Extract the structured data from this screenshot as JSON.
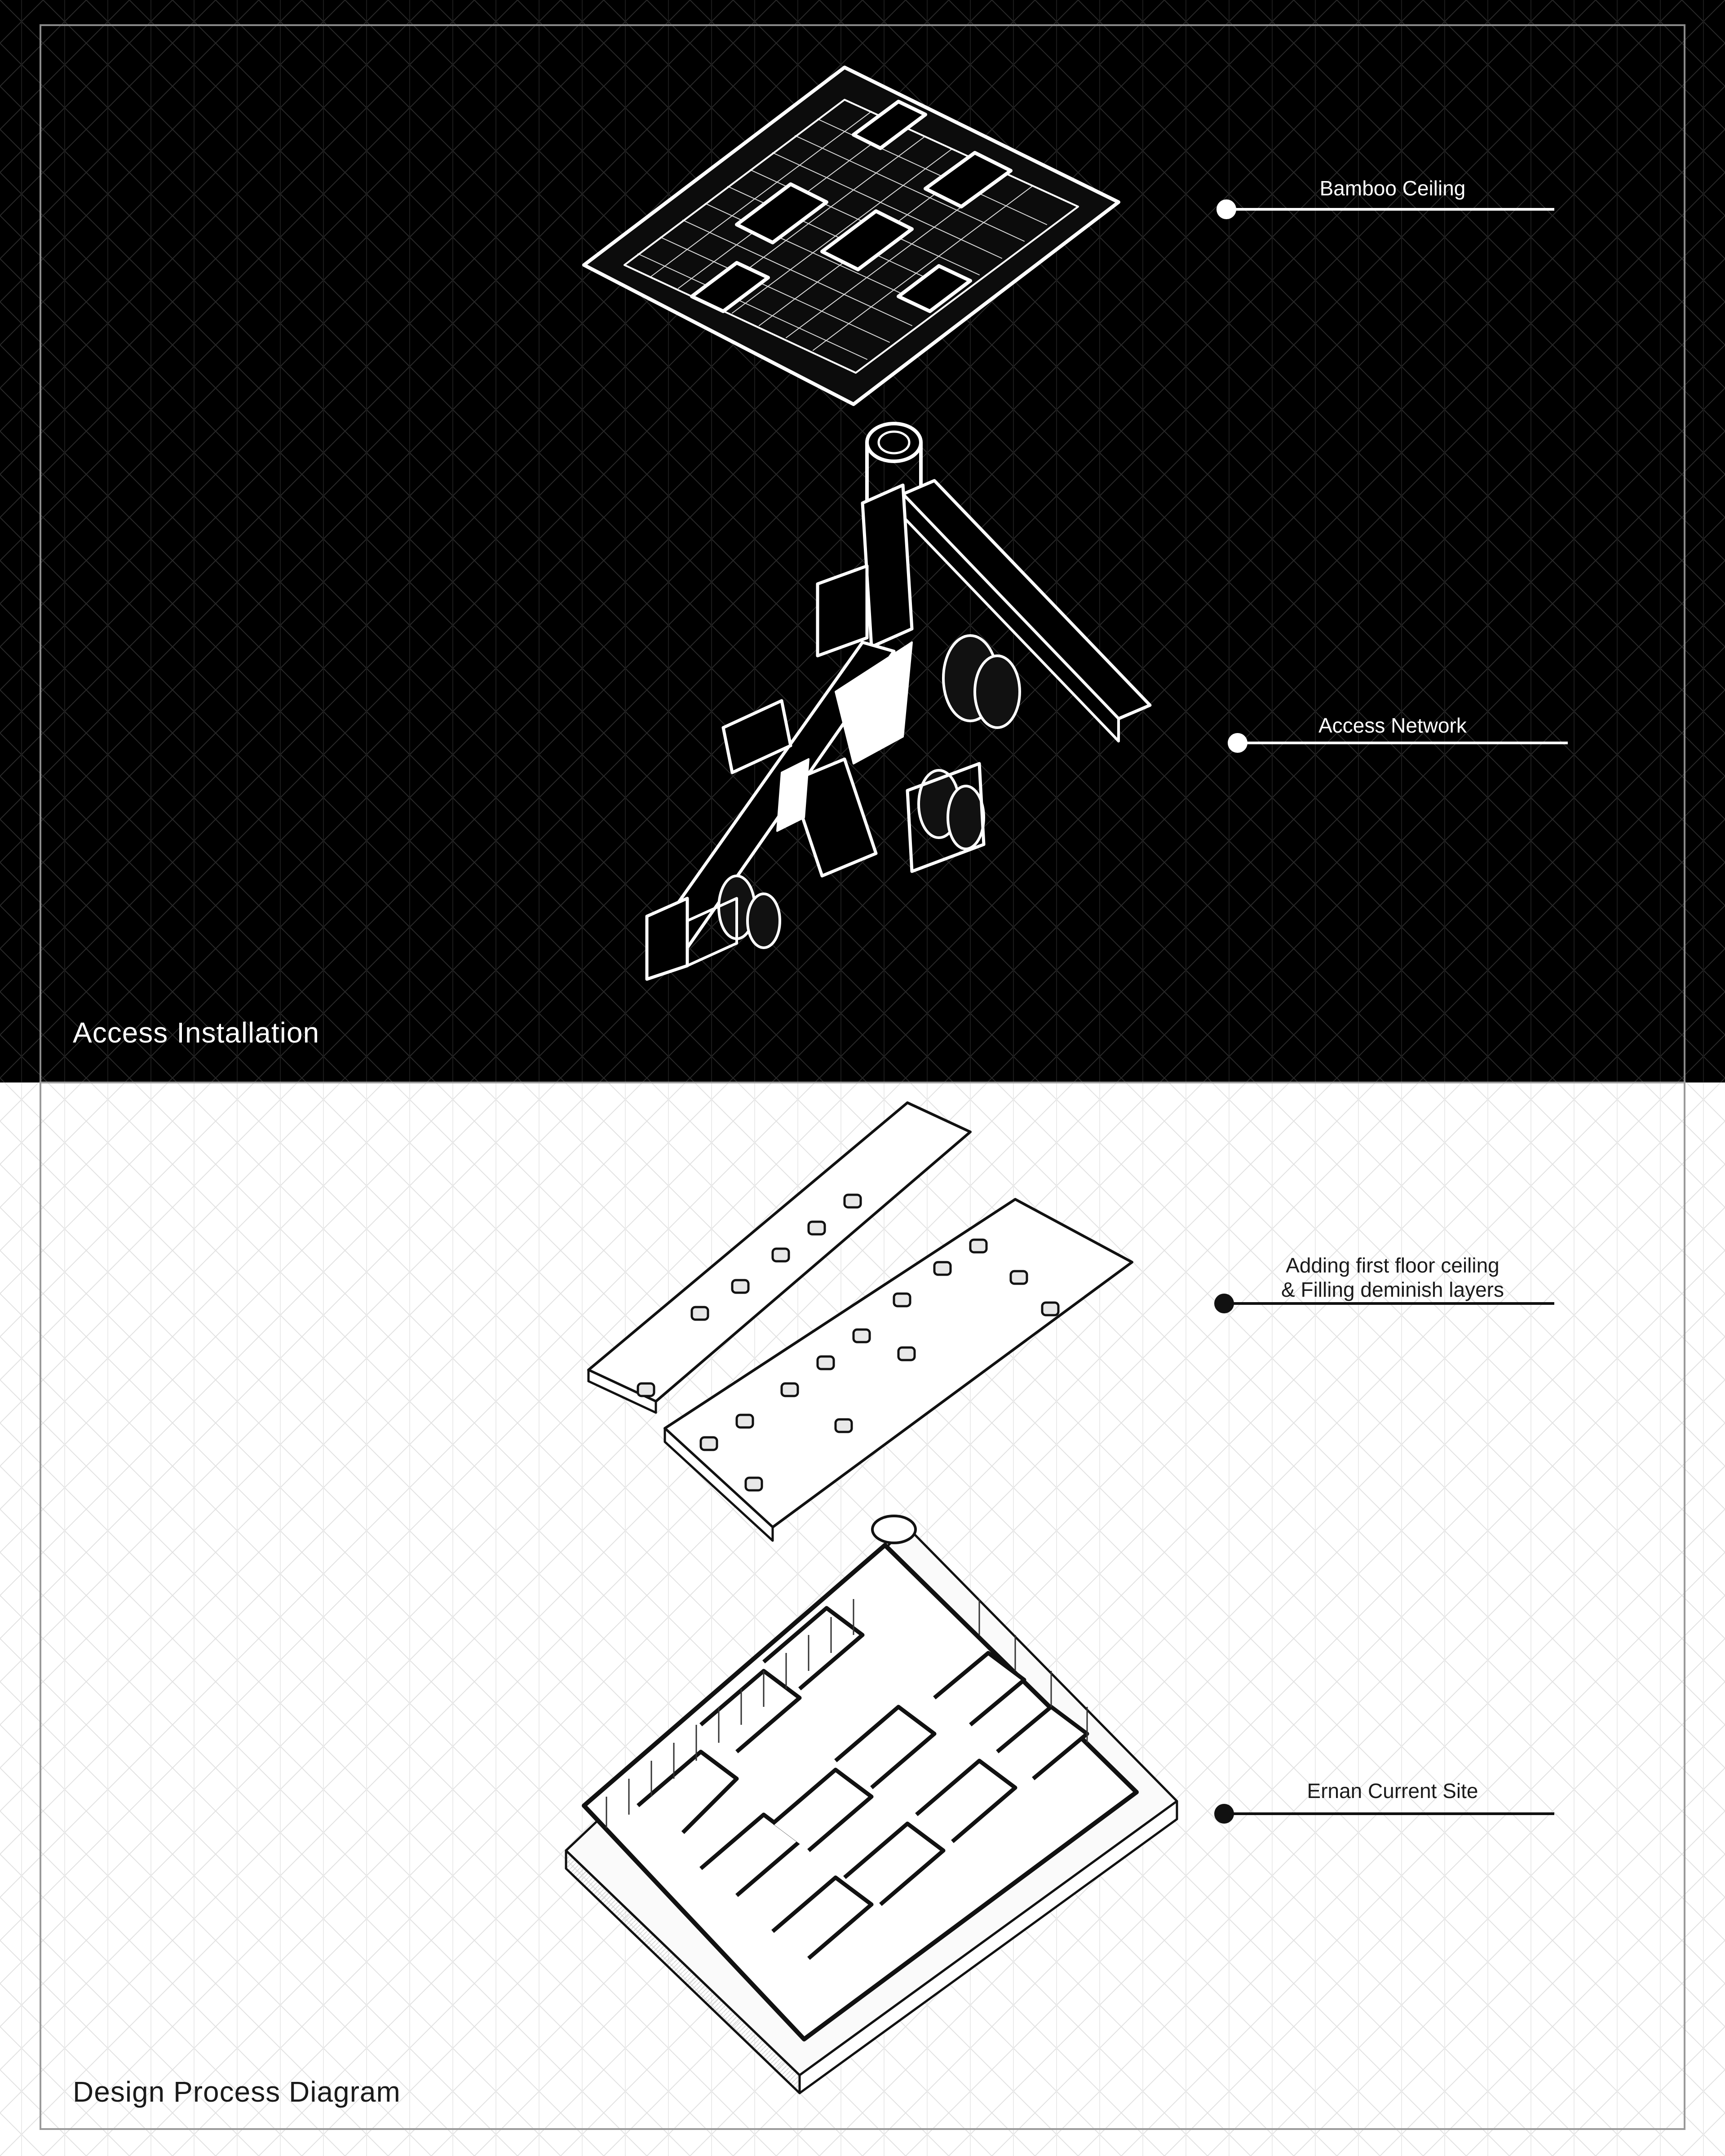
{
  "panels": {
    "top": {
      "title": "Access Installation",
      "background": "#000000",
      "line_color": "#ffffff"
    },
    "bottom": {
      "title": "Design Process Diagram",
      "background": "#ffffff",
      "line_color": "#1a1a1a"
    }
  },
  "labels": {
    "bamboo_ceiling": "Bamboo Ceiling",
    "access_network": "Access Network",
    "first_floor_line1": "Adding first floor ceiling",
    "first_floor_line2": "& Filling deminish layers",
    "ernan_site": "Ernan Current Site"
  },
  "colors": {
    "frame": "#9a9a9a",
    "grid_dark": "#2e2e2e",
    "grid_light": "#dcdcdc"
  }
}
